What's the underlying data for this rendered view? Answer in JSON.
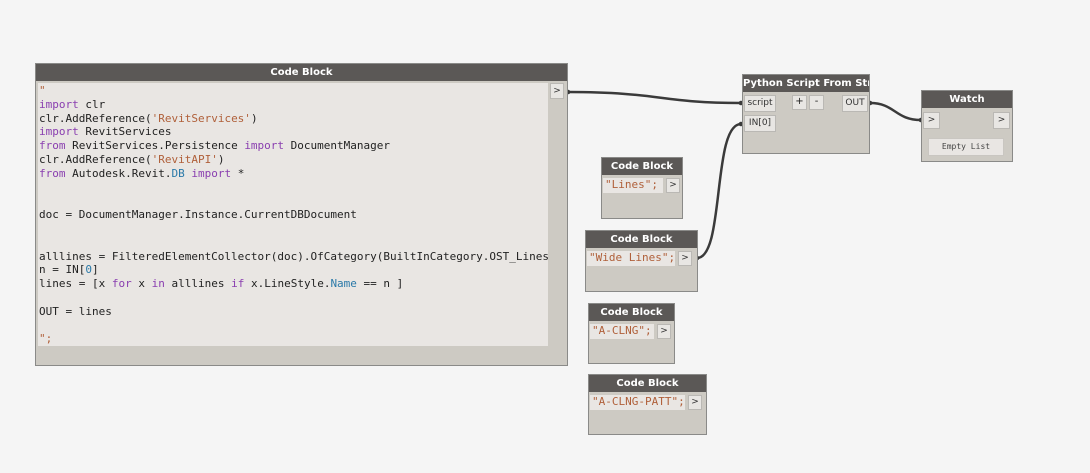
{
  "big_code_block": {
    "title": "Code Block",
    "out_arrow": ">",
    "lines": [
      [
        {
          "t": "\"",
          "c": "str"
        }
      ],
      [
        {
          "t": "import",
          "c": "kw"
        },
        {
          "t": " clr",
          "c": ""
        }
      ],
      [
        {
          "t": "clr.AddReference(",
          "c": ""
        },
        {
          "t": "'RevitServices'",
          "c": "str"
        },
        {
          "t": ")",
          "c": ""
        }
      ],
      [
        {
          "t": "import",
          "c": "kw"
        },
        {
          "t": " RevitServices",
          "c": ""
        }
      ],
      [
        {
          "t": "from",
          "c": "kw"
        },
        {
          "t": " RevitServices.Persistence ",
          "c": ""
        },
        {
          "t": "import",
          "c": "kw"
        },
        {
          "t": " DocumentManager",
          "c": ""
        }
      ],
      [
        {
          "t": "clr.AddReference(",
          "c": ""
        },
        {
          "t": "'RevitAPI'",
          "c": "str"
        },
        {
          "t": ")",
          "c": ""
        }
      ],
      [
        {
          "t": "from",
          "c": "kw"
        },
        {
          "t": " Autodesk.Revit.",
          "c": ""
        },
        {
          "t": "DB",
          "c": "attr"
        },
        {
          "t": " ",
          "c": ""
        },
        {
          "t": "import",
          "c": "kw"
        },
        {
          "t": " *",
          "c": ""
        }
      ],
      [],
      [],
      [
        {
          "t": "doc = DocumentManager.Instance.CurrentDBDocument",
          "c": ""
        }
      ],
      [],
      [],
      [
        {
          "t": "alllines = FilteredElementCollector(doc).OfCategory(BuiltInCategory.OST_Lines)",
          "c": ""
        }
      ],
      [
        {
          "t": "n = IN[",
          "c": ""
        },
        {
          "t": "0",
          "c": "num"
        },
        {
          "t": "]",
          "c": ""
        }
      ],
      [
        {
          "t": "lines = [x ",
          "c": ""
        },
        {
          "t": "for",
          "c": "kw"
        },
        {
          "t": " x ",
          "c": ""
        },
        {
          "t": "in",
          "c": "kw"
        },
        {
          "t": " alllines ",
          "c": ""
        },
        {
          "t": "if",
          "c": "kw"
        },
        {
          "t": " x.LineStyle.",
          "c": ""
        },
        {
          "t": "Name",
          "c": "attr"
        },
        {
          "t": " == n ]",
          "c": ""
        }
      ],
      [],
      [
        {
          "t": "OUT = lines",
          "c": ""
        }
      ],
      [],
      [
        {
          "t": "\";",
          "c": "str"
        }
      ]
    ]
  },
  "python_node": {
    "title": "Python Script From String",
    "input_script": "script",
    "input_in0": "IN[0]",
    "plus": "+",
    "minus": "-",
    "output": "OUT"
  },
  "watch_node": {
    "title": "Watch",
    "in_arrow": ">",
    "out_arrow": ">",
    "value": "Empty List"
  },
  "small_code_blocks": [
    {
      "title": "Code Block",
      "code": "\"Lines\";",
      "out_arrow": ">"
    },
    {
      "title": "Code Block",
      "code": "\"Wide Lines\";",
      "out_arrow": ">"
    },
    {
      "title": "Code Block",
      "code": "\"A-CLNG\";",
      "out_arrow": ">"
    },
    {
      "title": "Code Block",
      "code": "\"A-CLNG-PATT\";",
      "out_arrow": ">"
    }
  ],
  "colors": {
    "header": "#5b5856",
    "node_body": "#cdcac3",
    "code_bg": "#e9e6e3",
    "wire": "#3a3a3a",
    "keyword": "#8a3fb0",
    "string": "#b0603a",
    "attribute": "#2a79a8"
  }
}
